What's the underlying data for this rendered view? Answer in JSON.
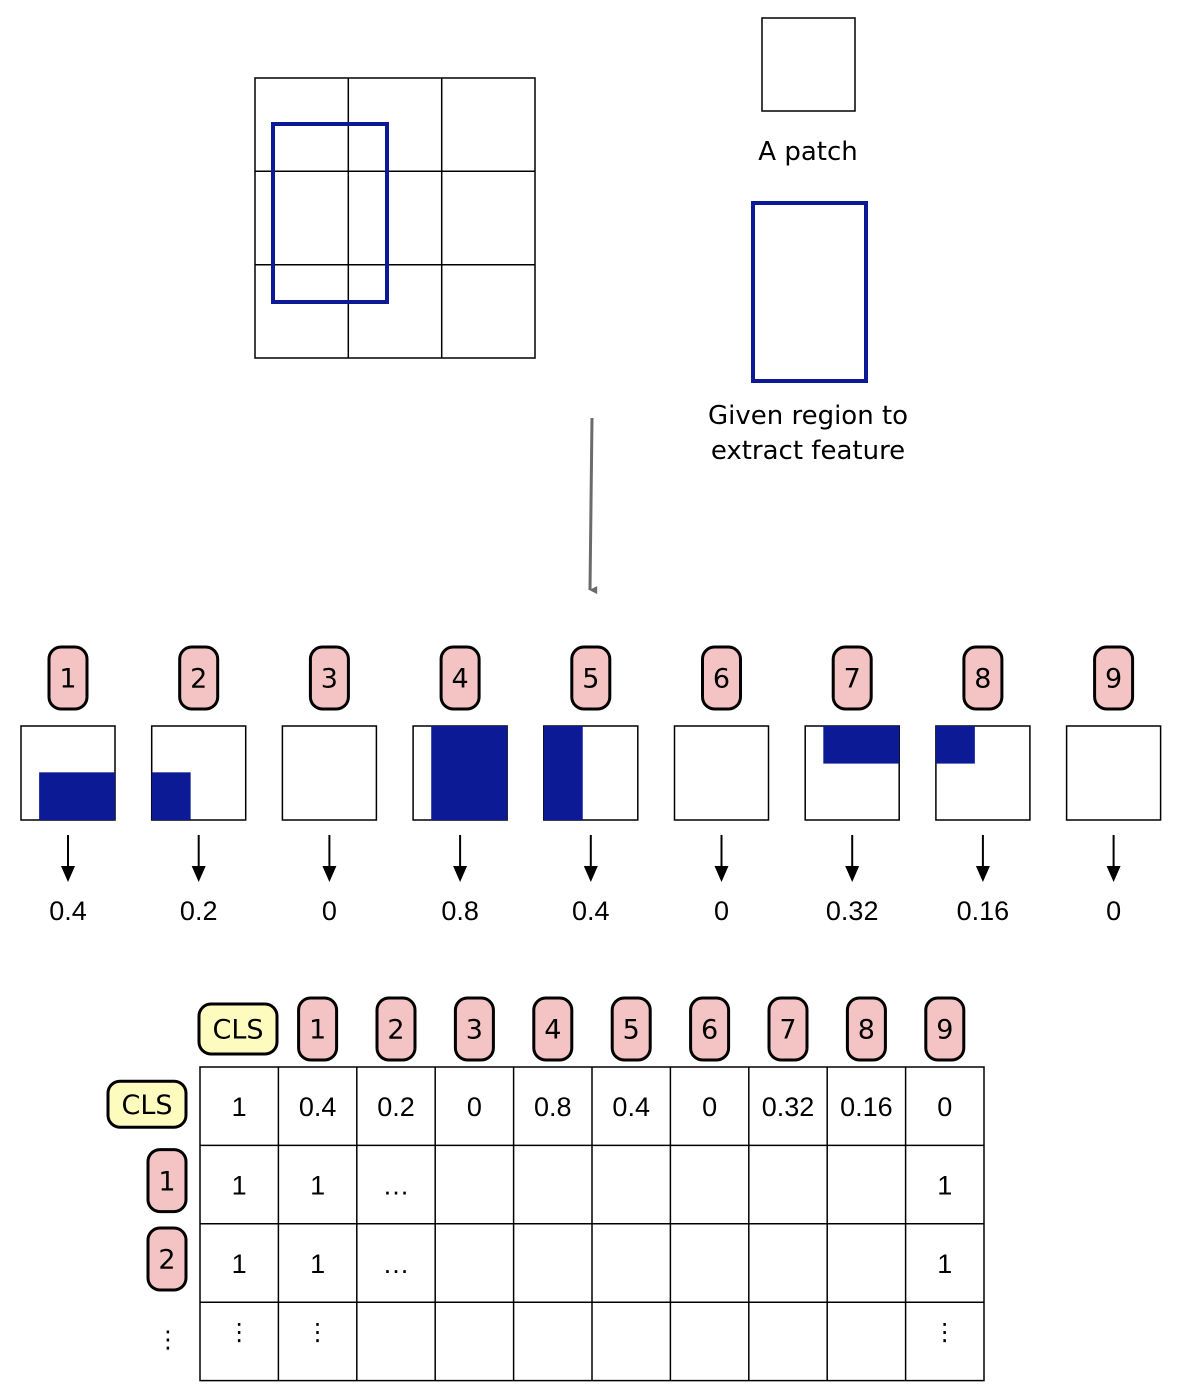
{
  "legend": {
    "patch_label": "A patch",
    "region_label_line1": "Given region to",
    "region_label_line2": "extract feature"
  },
  "colors": {
    "region": "#0c1a96",
    "patch_badge_fill": "#f4c3c3",
    "cls_badge_fill": "#fdfbbe",
    "arrow_gray": "#6b6b6b",
    "line": "#000000"
  },
  "patches": [
    {
      "id": "1",
      "score": "0.4",
      "coverage": 0.4
    },
    {
      "id": "2",
      "score": "0.2",
      "coverage": 0.2
    },
    {
      "id": "3",
      "score": "0",
      "coverage": 0
    },
    {
      "id": "4",
      "score": "0.8",
      "coverage": 0.8
    },
    {
      "id": "5",
      "score": "0.4",
      "coverage": 0.4
    },
    {
      "id": "6",
      "score": "0",
      "coverage": 0
    },
    {
      "id": "7",
      "score": "0.32",
      "coverage": 0.32
    },
    {
      "id": "8",
      "score": "0.16",
      "coverage": 0.16
    },
    {
      "id": "9",
      "score": "0",
      "coverage": 0
    }
  ],
  "matrix": {
    "cls_label": "CLS",
    "columns": [
      "1",
      "2",
      "3",
      "4",
      "5",
      "6",
      "7",
      "8",
      "9"
    ],
    "rows": [
      {
        "label": "CLS",
        "cells": [
          "1",
          "0.4",
          "0.2",
          "0",
          "0.8",
          "0.4",
          "0",
          "0.32",
          "0.16",
          "0"
        ]
      },
      {
        "label": "1",
        "cells": [
          "1",
          "1",
          "…",
          "",
          "",
          "",
          "",
          "",
          "",
          "1"
        ]
      },
      {
        "label": "2",
        "cells": [
          "1",
          "1",
          "…",
          "",
          "",
          "",
          "",
          "",
          "",
          "1"
        ]
      },
      {
        "label": "⋮",
        "cells": [
          "⋮",
          "⋮",
          "",
          "",
          "",
          "",
          "",
          "",
          "",
          "⋮"
        ]
      }
    ]
  }
}
